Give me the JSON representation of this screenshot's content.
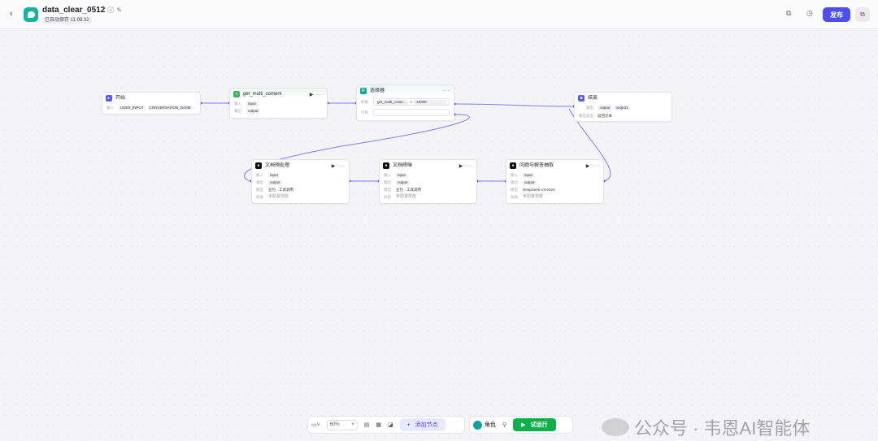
{
  "header": {
    "back_icon": "chevron-left-icon",
    "title": "data_clear_0512",
    "autosave": "已自动保存 11:08:32",
    "publish_label": "发布"
  },
  "colors": {
    "accent": "#4d4ff0",
    "run": "#0fb04c",
    "edge": "#6b6df0"
  },
  "nodes": {
    "start": {
      "title": "开始",
      "input_label": "输入",
      "inputs": [
        "USER_INPUT",
        "CONVERSATION_NAME"
      ]
    },
    "code": {
      "title": "get_multi_content",
      "input_label": "输入",
      "input": "input",
      "output_label": "输出",
      "output": "output"
    },
    "selector": {
      "title": "选择器",
      "if_label": "如果",
      "left": "get_multi_conte...",
      "op": ">",
      "right": "10000",
      "else_label": "否则"
    },
    "end": {
      "title": "结束",
      "output_label": "输出",
      "outputs": [
        "output",
        "output1"
      ],
      "mode_label": "输出类型",
      "mode": "返回文本"
    },
    "preprocess": {
      "title": "文档预处理",
      "input_label": "输入",
      "input": "input",
      "output_label": "输出",
      "output": "output",
      "model_label": "模型",
      "model": "豆包 · 工具调用",
      "skill_label": "技能",
      "skill": "未配置技能"
    },
    "denoise": {
      "title": "文档降噪",
      "input_label": "输入",
      "input": "input",
      "output_label": "输出",
      "output": "output",
      "model_label": "模型",
      "model": "豆包 · 工具调用",
      "skill_label": "技能",
      "skill": "未配置技能"
    },
    "qa": {
      "title": "问题与解答抽取",
      "input_label": "输入",
      "input": "input",
      "output_label": "输出",
      "output": "output",
      "model_label": "模型",
      "model": "DeepSeek-V3-0324",
      "skill_label": "技能",
      "skill": "未配置技能"
    }
  },
  "toolbar": {
    "zoom": "60%",
    "add_node": "添加节点",
    "role": "角色",
    "run": "试运行"
  },
  "watermark": "公众号 · 韦恩AI智能体"
}
